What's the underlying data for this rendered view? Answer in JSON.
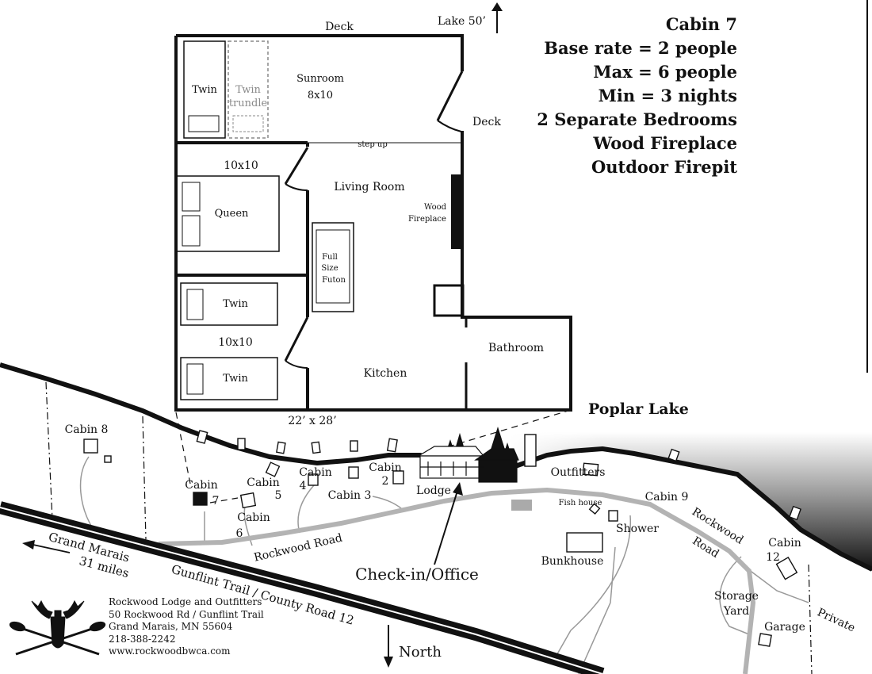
{
  "info": {
    "title": "Cabin 7",
    "base_rate": "Base rate = 2 people",
    "max": "Max = 6 people",
    "min": "Min = 3 nights",
    "bedrooms": "2 Separate Bedrooms",
    "fireplace": "Wood Fireplace",
    "firepit": "Outdoor Firepit"
  },
  "floorplan": {
    "deck_top": "Deck",
    "lake": "Lake 50’",
    "deck_side": "Deck",
    "twin_top": "Twin",
    "twin_trundle_1": "Twin",
    "twin_trundle_2": "trundle",
    "sunroom": "Sunroom",
    "sunroom_size": "8x10",
    "step_up": "step up",
    "bed1_size": "10x10",
    "queen": "Queen",
    "living_room": "Living Room",
    "wood_fp_1": "Wood",
    "wood_fp_2": "Fireplace",
    "futon_1": "Full",
    "futon_2": "Size",
    "futon_3": "Futon",
    "twin_mid": "Twin",
    "bed2_size": "10x10",
    "twin_low": "Twin",
    "kitchen": "Kitchen",
    "bathroom": "Bathroom",
    "dims": "22’ x 28’"
  },
  "site": {
    "poplar_lake": "Poplar Lake",
    "cabin8": "Cabin 8",
    "cabin7_a": "Cabin",
    "cabin7_b": "7",
    "cabin5_a": "Cabin",
    "cabin5_b": "5",
    "cabin4_a": "Cabin",
    "cabin4_b": "4",
    "cabin2_a": "Cabin",
    "cabin2_b": "2",
    "cabin3": "Cabin 3",
    "cabin6_a": "Cabin",
    "cabin6_b": "6",
    "lodge": "Lodge",
    "outfitters": "Outfitters",
    "fish_house": "Fish house",
    "cabin9": "Cabin 9",
    "shower": "Shower",
    "rockwood_1": "Rockwood",
    "rockwood_2": "Road",
    "rockwood_road": "Rockwood Road",
    "bunkhouse": "Bunkhouse",
    "cabin12_a": "Cabin",
    "cabin12_b": "12",
    "storage_1": "Storage",
    "storage_2": "Yard",
    "garage": "Garage",
    "private": "Private",
    "checkin": "Check-in/Office",
    "grand_marais_1": "Grand Marais",
    "grand_marais_2": "31 miles",
    "gunflint": "Gunflint Trail / County Road 12",
    "north": "North"
  },
  "contact": {
    "name": "Rockwood Lodge and Outfitters",
    "address": "50 Rockwood Rd / Gunflint Trail",
    "city": "Grand Marais, MN 55604",
    "phone": "218-388-2242",
    "web": "www.rockwoodbwca.com"
  },
  "colors": {
    "ink": "#111111",
    "road_gray": "#b3b3b3",
    "trundle_gray": "#8a8a8a",
    "lake_dark": "#1a1a1a"
  }
}
